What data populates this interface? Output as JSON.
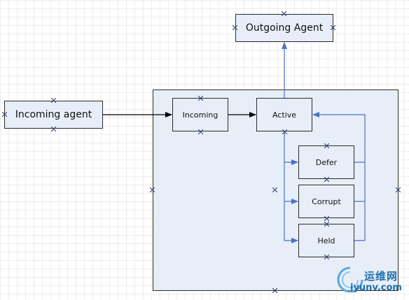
{
  "diagram": {
    "nodes": {
      "outgoing_agent": "Outgoing Agent",
      "incoming_agent": "Incoming agent",
      "incoming": "Incoming",
      "active": "Active",
      "defer": "Defer",
      "corrupt": "Corrupt",
      "held": "Held"
    }
  },
  "watermark": {
    "cn": "运维网",
    "en": "iyunv.com"
  },
  "colors": {
    "box_fill": "#e7eef8",
    "box_border": "#2b2b2b",
    "black_arrow": "#000000",
    "blue_arrow": "#4a72c4",
    "marker": "#2b3a66"
  }
}
